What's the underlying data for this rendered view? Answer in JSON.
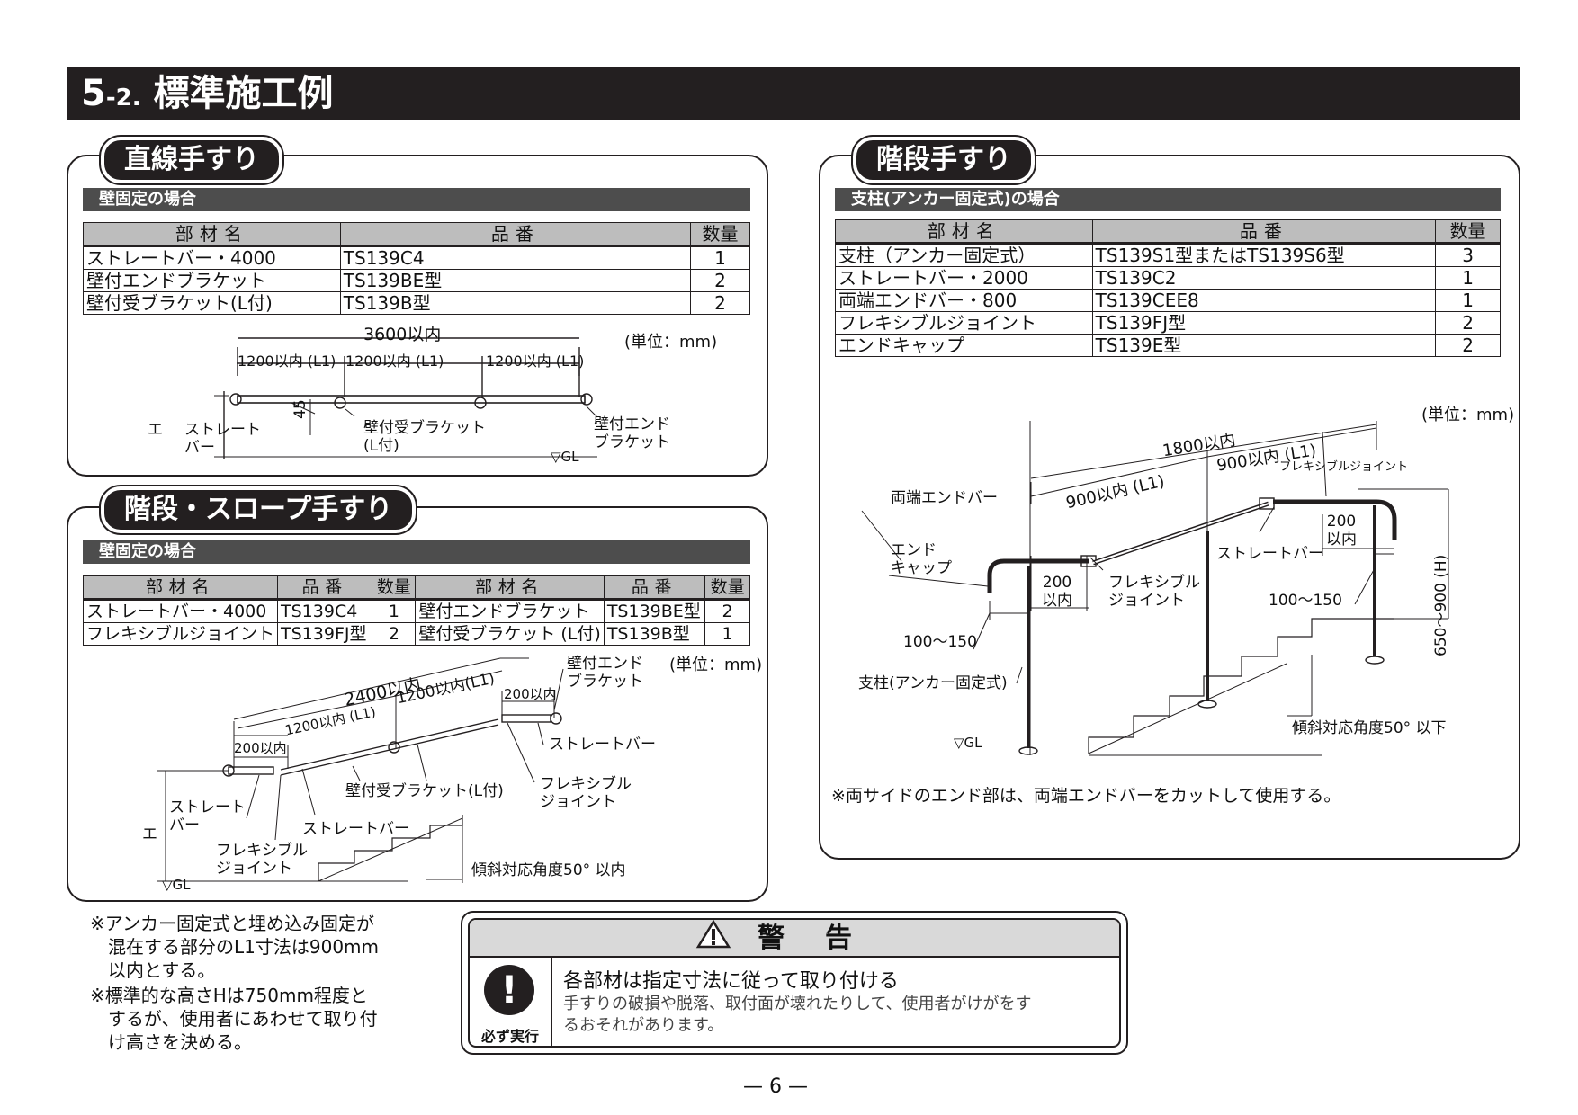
{
  "header": {
    "title_main": "5",
    "title_sub": "-2.",
    "title_rest": " 標準施工例"
  },
  "straight": {
    "pill": "直線手すり",
    "subbar": "壁固定の場合",
    "columns": [
      "部材名",
      "品番",
      "数量"
    ],
    "rows": [
      [
        "ストレートバー・4000",
        "TS139C4",
        "1"
      ],
      [
        "壁付エンドブラケット",
        "TS139BE型",
        "2"
      ],
      [
        "壁付受ブラケット(L付)",
        "TS139B型",
        "2"
      ]
    ],
    "unit": "(単位：mm)",
    "dim_total": "3600以内",
    "dim_seg": "1200以内 (L1)",
    "dim_45": "45",
    "label_h": "エ",
    "label_bar": "ストレート\nバー",
    "label_bracket": "壁付受ブラケット\n(L付)",
    "label_end": "壁付エンド\nブラケット",
    "label_gl": "▽GL"
  },
  "stair_wall": {
    "pill": "階段・スロープ手すり",
    "subbar": "壁固定の場合",
    "columns": [
      "部材名",
      "品番",
      "数量",
      "部材名",
      "品番",
      "数量"
    ],
    "rows": [
      [
        "ストレートバー・4000",
        "TS139C4",
        "1",
        "壁付エンドブラケット",
        "TS139BE型",
        "2"
      ],
      [
        "フレキシブルジョイント",
        "TS139FJ型",
        "2",
        "壁付受ブラケット (L付)",
        "TS139B型",
        "1"
      ]
    ],
    "unit": "(単位：mm)",
    "dim_total": "2400以内",
    "dim_seg1": "1200以内 (L1)",
    "dim_seg2": "1200以内(L1)",
    "dim_200a": "200以内",
    "dim_200b": "200以内",
    "label_end": "壁付エンド\nブラケット",
    "label_bar_r": "ストレートバー",
    "label_bracket": "壁付受ブラケット(L付)",
    "label_flex_r": "フレキシブル\nジョイント",
    "label_bar_l": "ストレート\nバー",
    "label_bar_m": "ストレートバー",
    "label_flex_l": "フレキシブル\nジョイント",
    "label_h": "エ",
    "label_gl": "▽GL",
    "label_angle": "傾斜対応角度50° 以内"
  },
  "stair_post": {
    "pill": "階段手すり",
    "subbar": "支柱(アンカー固定式)の場合",
    "columns": [
      "部材名",
      "品番",
      "数量"
    ],
    "rows": [
      [
        "支柱（アンカー固定式）",
        "TS139S1型またはTS139S6型",
        "3"
      ],
      [
        "ストレートバー・2000",
        "TS139C2",
        "1"
      ],
      [
        "両端エンドバー・800",
        "TS139CEE8",
        "1"
      ],
      [
        "フレキシブルジョイント",
        "TS139FJ型",
        "2"
      ],
      [
        "エンドキャップ",
        "TS139E型",
        "2"
      ]
    ],
    "unit": "(単位：mm)",
    "dim_total": "1800以内",
    "dim_seg1": "900以内 (L1)",
    "dim_seg2": "900以内 (L1)",
    "label_flex_top": "フレキシブルジョイント",
    "label_endbar": "両端エンドバー",
    "label_cap": "エンド\nキャップ",
    "dim_200l": "200\n以内",
    "dim_200r": "200\n以内",
    "label_flex": "フレキシブル\nジョイント",
    "label_bar": "ストレートバー",
    "dim_100l": "100〜150",
    "dim_100r": "100〜150",
    "dim_height": "650〜900 (H)",
    "label_post": "支柱(アンカー固定式)",
    "label_gl": "▽GL",
    "label_angle": "傾斜対応角度50° 以下",
    "note": "※両サイドのエンド部は、両端エンドバーをカットして使用する。"
  },
  "notes": [
    "※アンカー固定式と埋め込み固定が\n　混在する部分のL1寸法は900mm\n　以内とする。",
    "※標準的な高さHは750mm程度と\n　するが、使用者にあわせて取り付\n　け高さを決める。"
  ],
  "warning": {
    "title": "警告",
    "must": "必ず実行",
    "heading": "各部材は指定寸法に従って取り付ける",
    "body": "手すりの破損や脱落、取付面が壊れたりして、使用者がけがをす\nるおそれがあります。"
  },
  "page_number": "— 6 —"
}
